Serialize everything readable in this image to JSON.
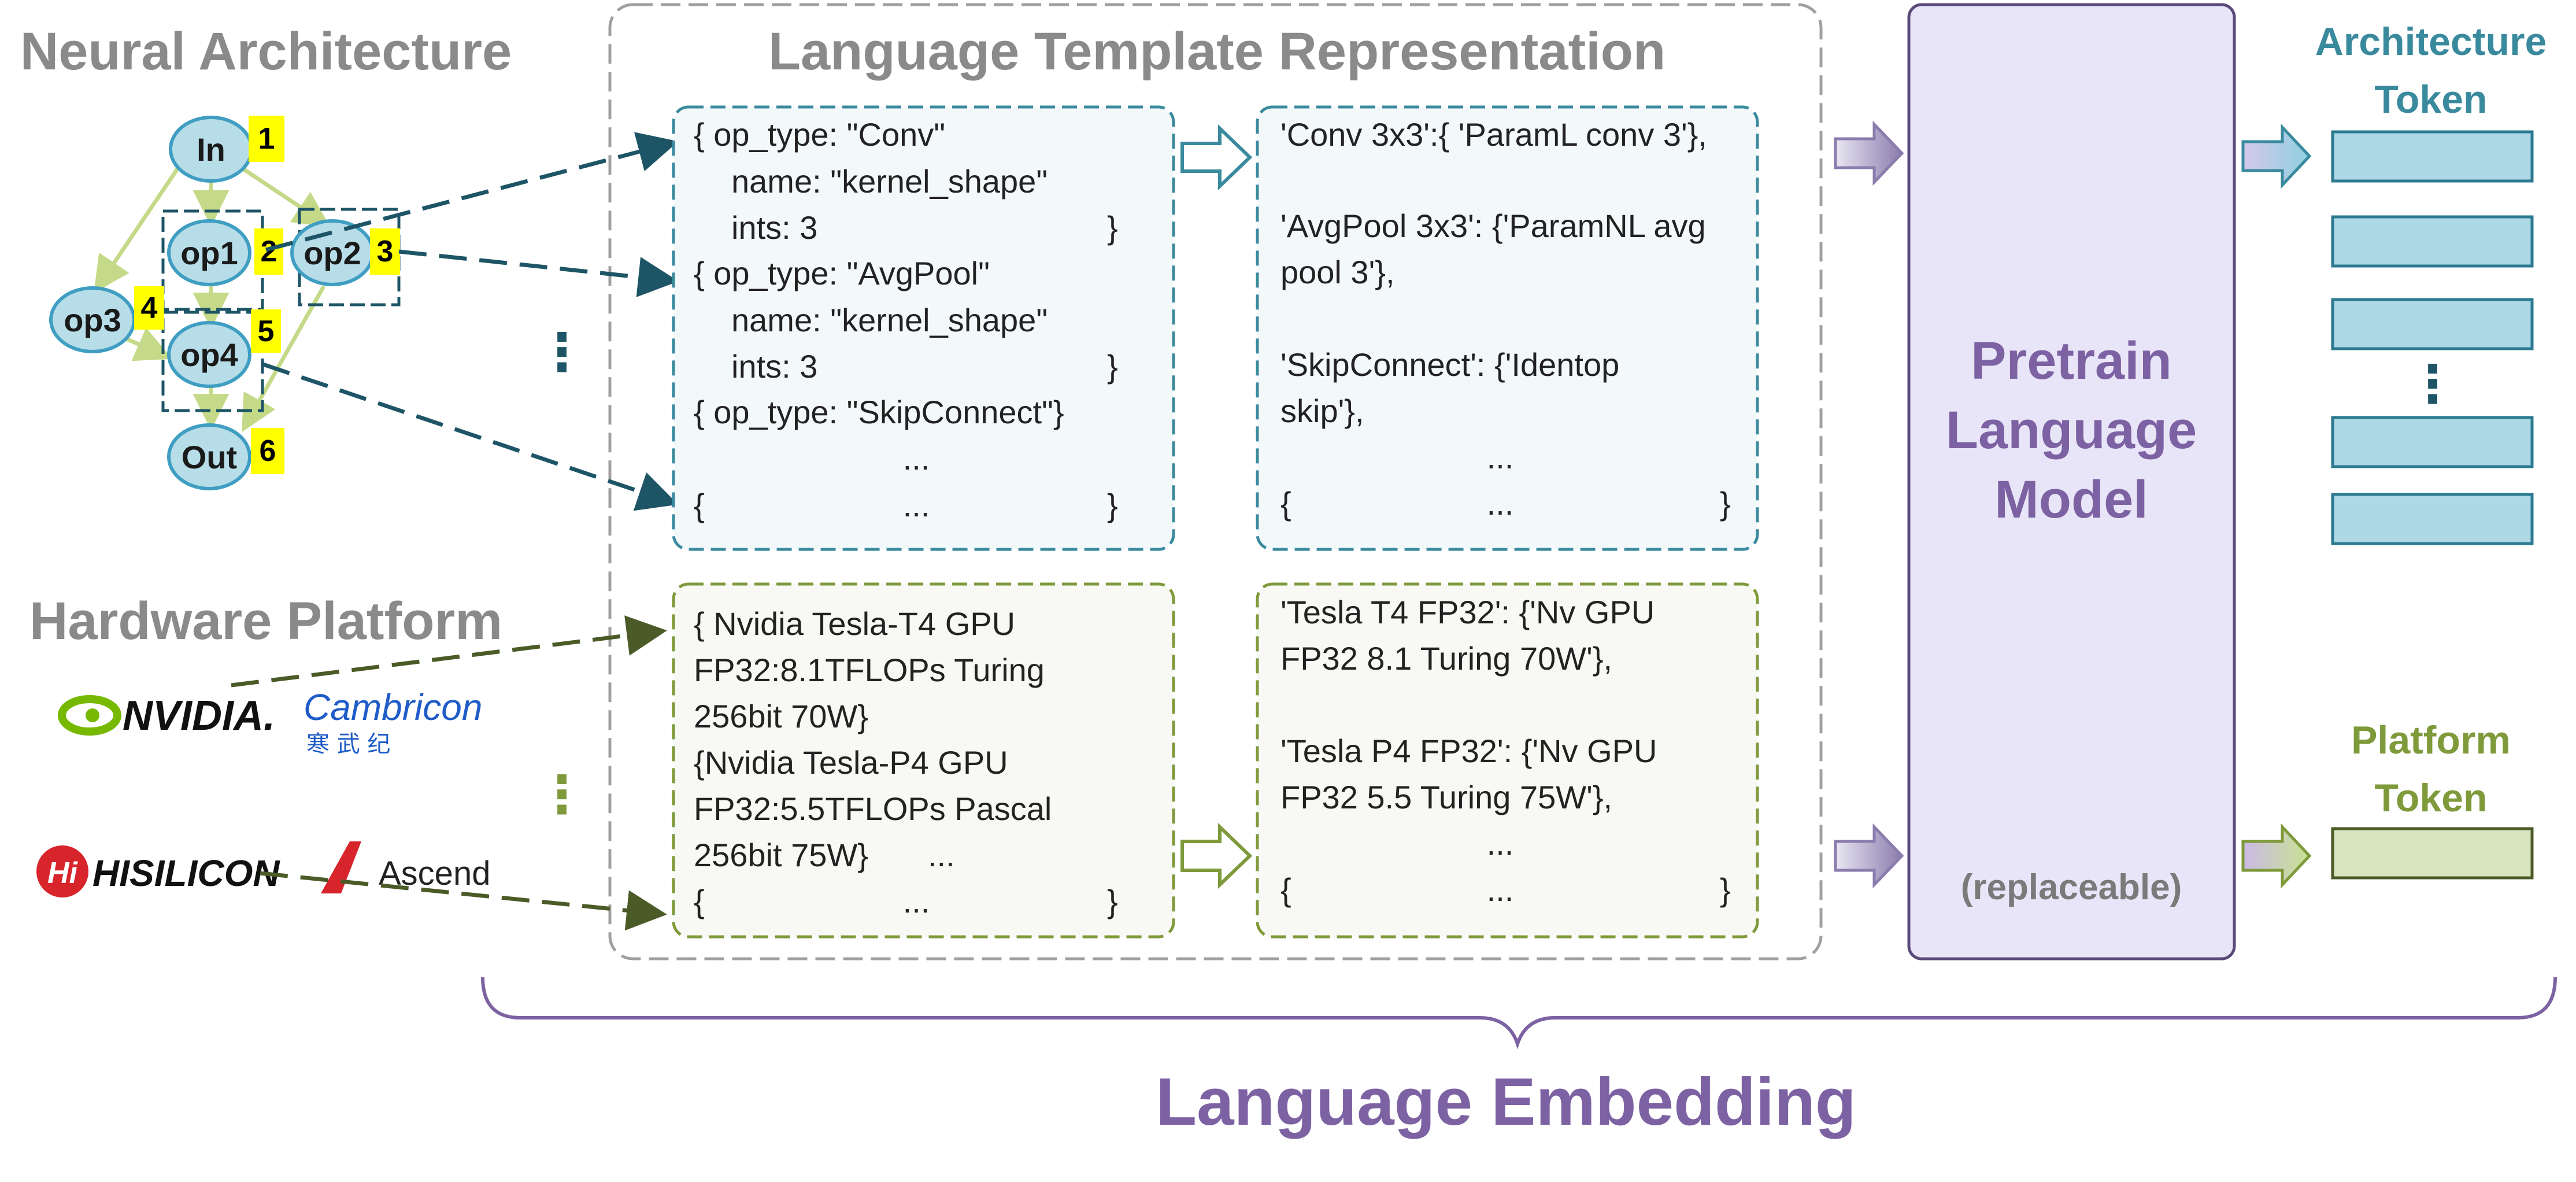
{
  "titles": {
    "neural_architecture": "Neural Architecture",
    "language_template": "Language Template Representation",
    "hardware_platform": "Hardware Platform",
    "language_embedding": "Language Embedding"
  },
  "graph": {
    "nodes": [
      {
        "label": "In",
        "num": "1"
      },
      {
        "label": "op1",
        "num": "2"
      },
      {
        "label": "op2",
        "num": "3"
      },
      {
        "label": "op3",
        "num": "4"
      },
      {
        "label": "op4",
        "num": "5"
      },
      {
        "label": "Out",
        "num": "6"
      }
    ]
  },
  "arch_template": {
    "lines": [
      "{ op_type: \"Conv\"",
      "name: \"kernel_shape\"",
      "ints: 3",
      "}",
      "{ op_type: \"AvgPool\"",
      "name: \"kernel_shape\"",
      "ints: 3",
      "}",
      "{ op_type: \"SkipConnect\"}",
      "...",
      "{",
      "...",
      "}"
    ]
  },
  "arch_mapping": {
    "lines": [
      "'Conv 3x3':{ 'ParamL conv 3'},",
      "'AvgPool 3x3': {'ParamNL avg",
      "pool 3'},",
      "'SkipConnect': {'Identop",
      "skip'},",
      "...",
      "{",
      "...",
      "}"
    ]
  },
  "hw_template": {
    "lines": [
      "{ Nvidia Tesla-T4 GPU",
      "FP32:8.1TFLOPs Turing",
      "256bit 70W}",
      "{Nvidia Tesla-P4 GPU",
      "FP32:5.5TFLOPs Pascal",
      "256bit 75W}",
      "...",
      "{",
      "...",
      "}"
    ]
  },
  "hw_mapping": {
    "lines": [
      "'Tesla T4 FP32': {'Nv GPU",
      "FP32 8.1 Turing 70W'},",
      "'Tesla P4 FP32': {'Nv GPU",
      "FP32 5.5 Turing 75W'},",
      "...",
      "{",
      "...",
      "}"
    ]
  },
  "model": {
    "line1": "Pretrain",
    "line2": "Language",
    "line3": "Model",
    "note": "(replaceable)"
  },
  "outputs": {
    "architecture_token_line1": "Architecture",
    "architecture_token_line2": "Token",
    "platform_token_line1": "Platform",
    "platform_token_line2": "Token"
  },
  "logos": {
    "nvidia": "NVIDIA.",
    "cambricon": "Cambricon",
    "cambricon_cn": "寒 武 纪",
    "hisilicon": "HISILICON",
    "ascend": "Ascend"
  },
  "ellipsis_vertical": "⋮",
  "colors": {
    "gray_title": "#8a8a8a",
    "purple": "#7d62a3",
    "teal": "#3a8a9e",
    "green": "#7e9a3a",
    "node_fill": "#b7dde8",
    "highlight": "#ffff00",
    "model_fill": "#e9e5f8",
    "token_fill": "#add8e6",
    "platform_token_fill": "#d7e4bd",
    "nvidia_green": "#76b900",
    "hisilicon_red": "#d8242b"
  }
}
